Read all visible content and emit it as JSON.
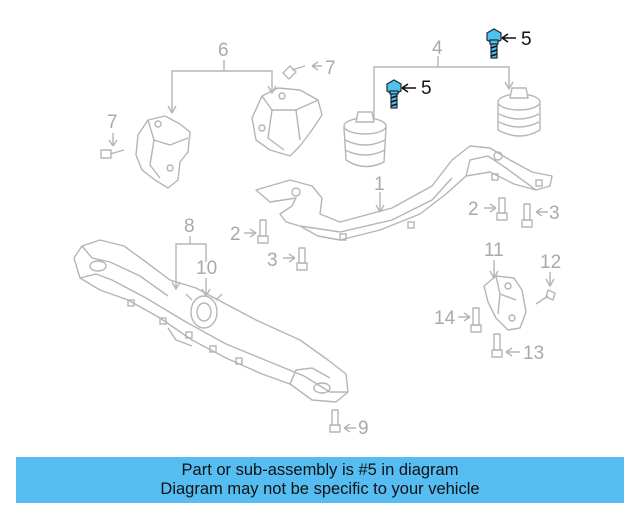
{
  "labels": {
    "l1": "1",
    "l2a": "2",
    "l2b": "2",
    "l3a": "3",
    "l3b": "3",
    "l4": "4",
    "l5a": "5",
    "l5b": "5",
    "l6": "6",
    "l7a": "7",
    "l7b": "7",
    "l8": "8",
    "l9": "9",
    "l10": "10",
    "l11": "11",
    "l12": "12",
    "l13": "13",
    "l14": "14"
  },
  "highlight_color": "#4ec3ef",
  "banner": {
    "color": "#55bdf2",
    "line1": "Part or sub-assembly is #5 in diagram",
    "line2": "Diagram may not be specific to your vehicle"
  }
}
